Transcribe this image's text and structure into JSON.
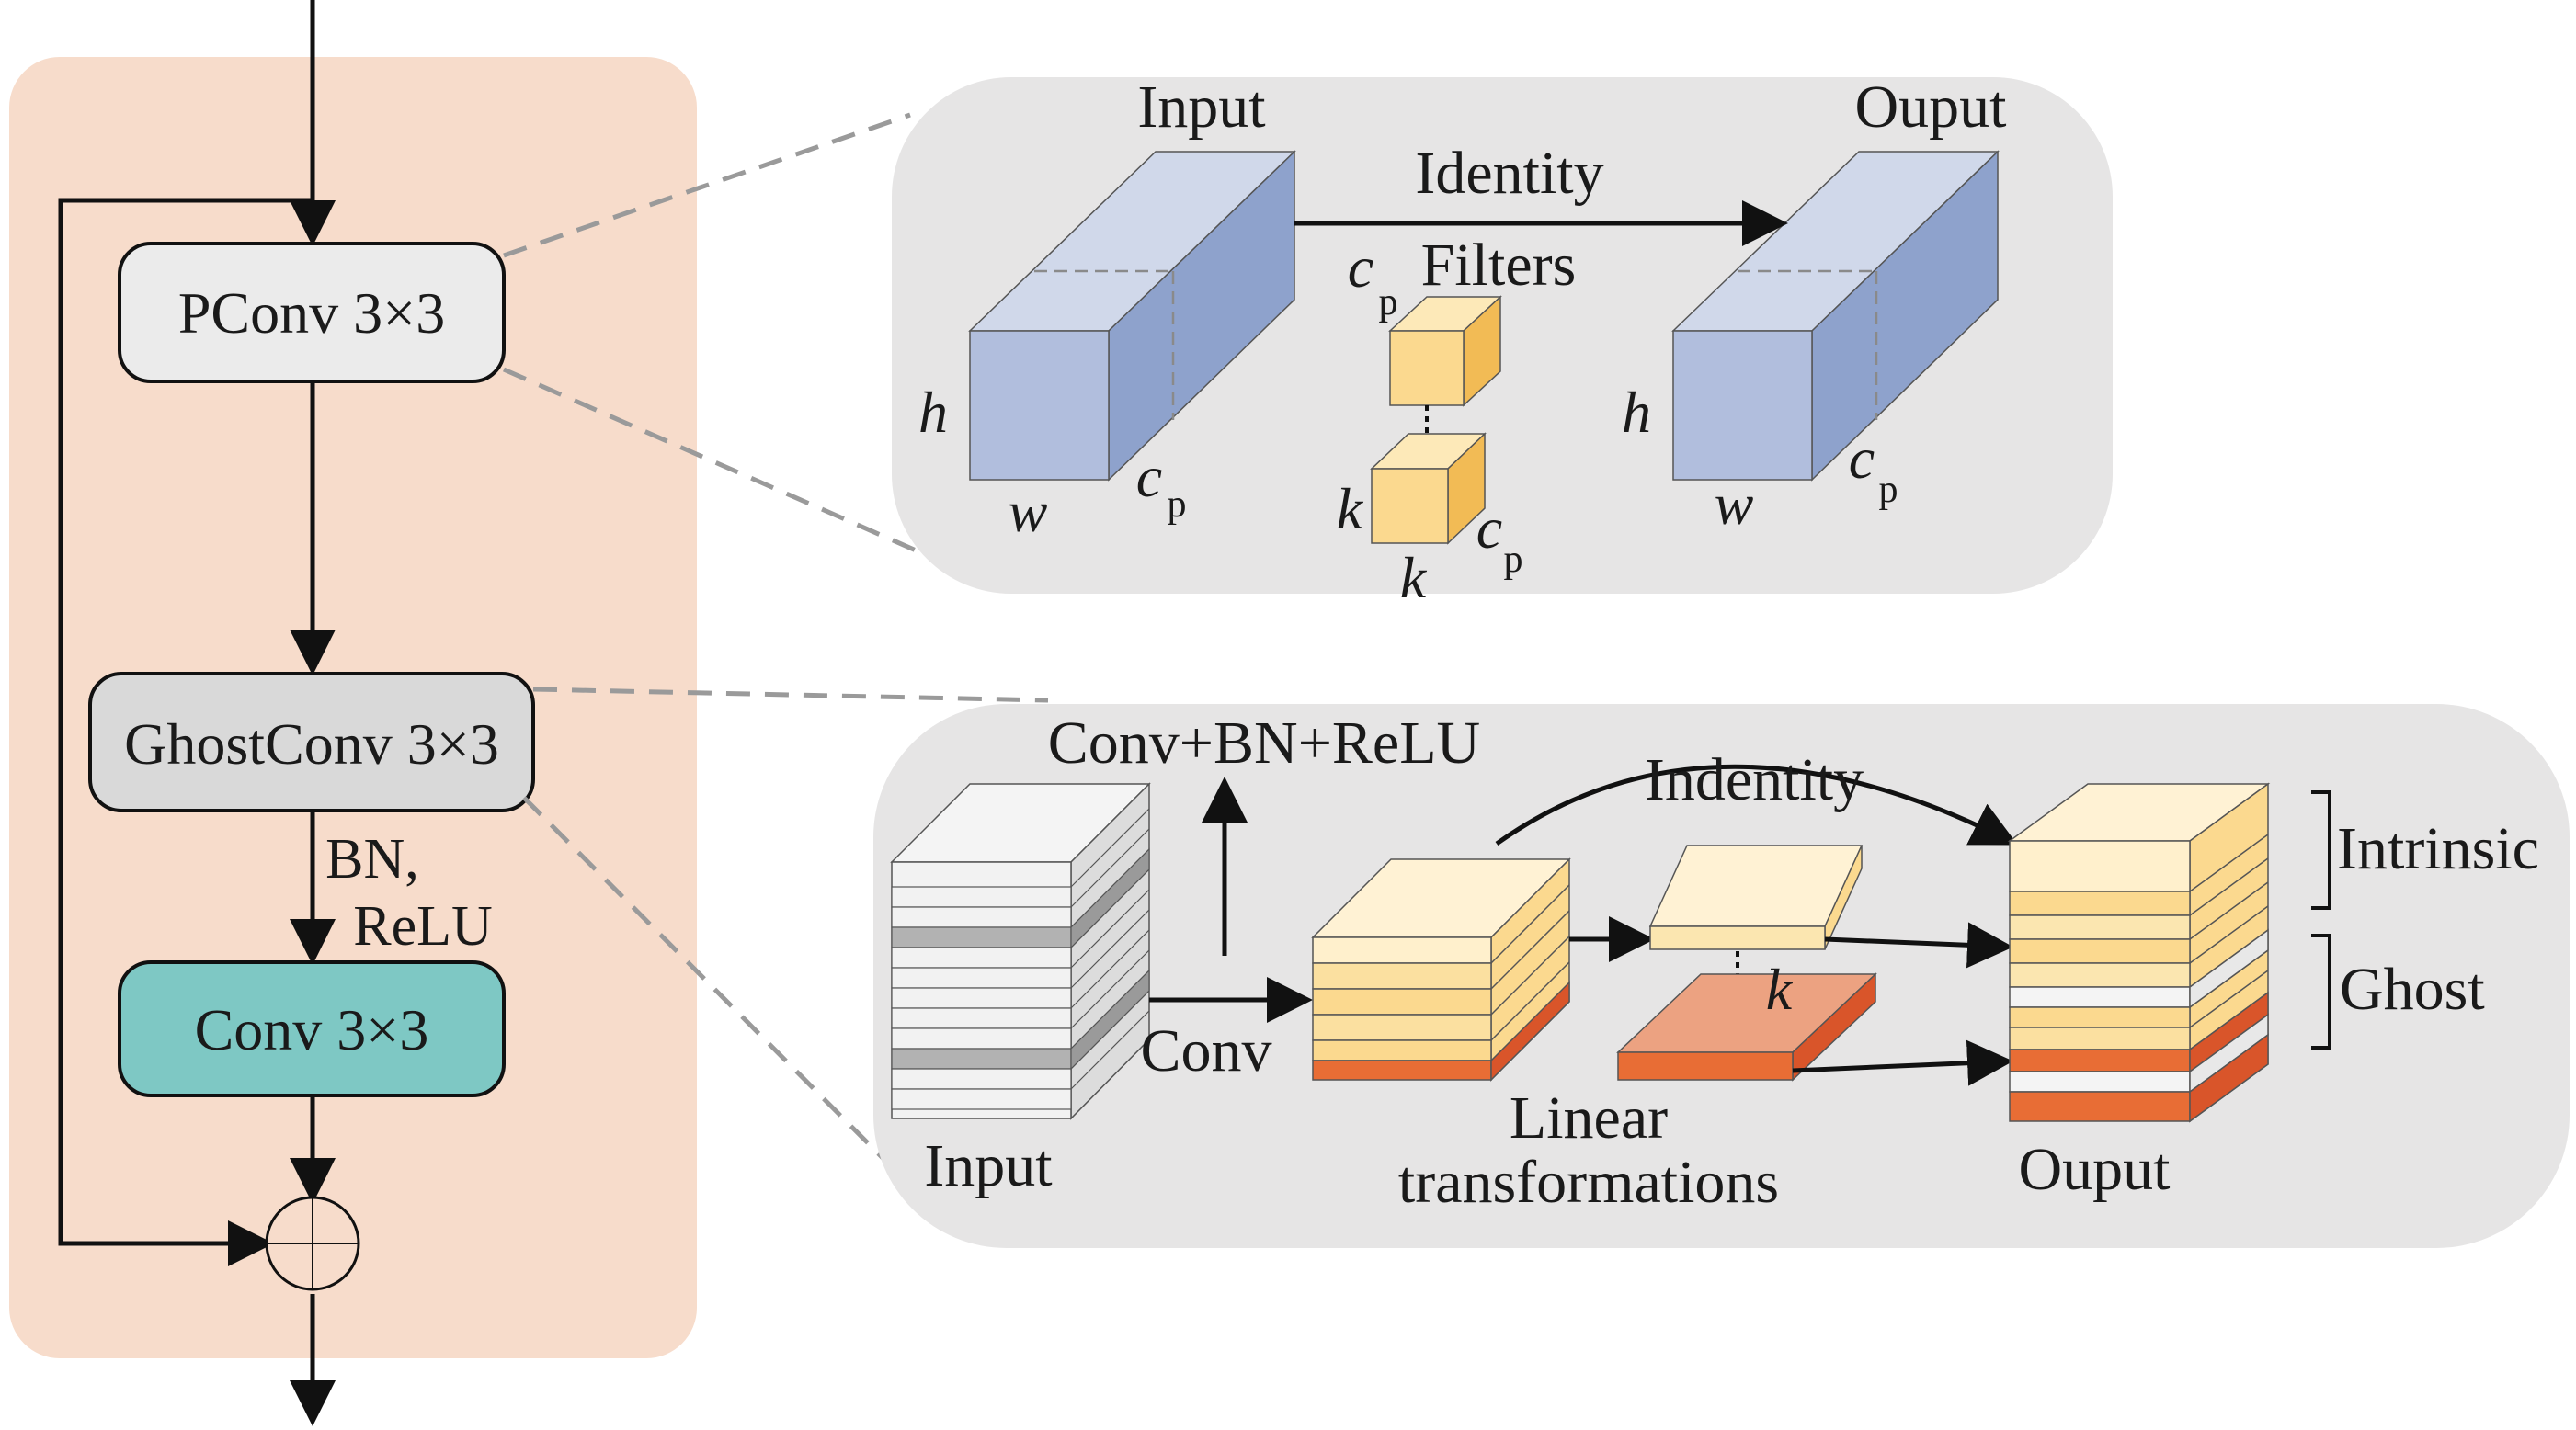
{
  "block": {
    "pconv_label": "PConv 3×3",
    "ghostconv_label": "GhostConv 3×3",
    "bn_label": "BN,",
    "relu_label": "ReLU",
    "conv_label": "Conv 3×3"
  },
  "pconv_detail": {
    "input_label": "Input",
    "output_label": "Ouput",
    "identity_label": "Identity",
    "filters_label": "Filters",
    "h": "h",
    "w": "w",
    "k": "k",
    "c": "c",
    "p": "p"
  },
  "ghost_detail": {
    "conv_bn_relu_label": "Conv+BN+ReLU",
    "indentity_label": "Indentity",
    "intrinsic_label": "Intrinsic",
    "ghost_label": "Ghost",
    "conv_label": "Conv",
    "linear_label": "Linear",
    "transformations_label": "transformations",
    "input_label": "Input",
    "output_label": "Ouput",
    "k": "k"
  },
  "colors": {
    "block_bg": "#f7dccb",
    "detail_bg": "#e6e5e5",
    "pconv_box": "#ebebeb",
    "ghost_box": "#d9d9d9",
    "conv_box": "#7ec8c4",
    "cuboid_front": "#b1bedd",
    "cuboid_top": "#d0d8ea",
    "cuboid_side": "#8ea2cc",
    "filter_front": "#fbd98f",
    "filter_side": "#f2bb55",
    "orange": "#e86d35",
    "salmon": "#eca281"
  }
}
